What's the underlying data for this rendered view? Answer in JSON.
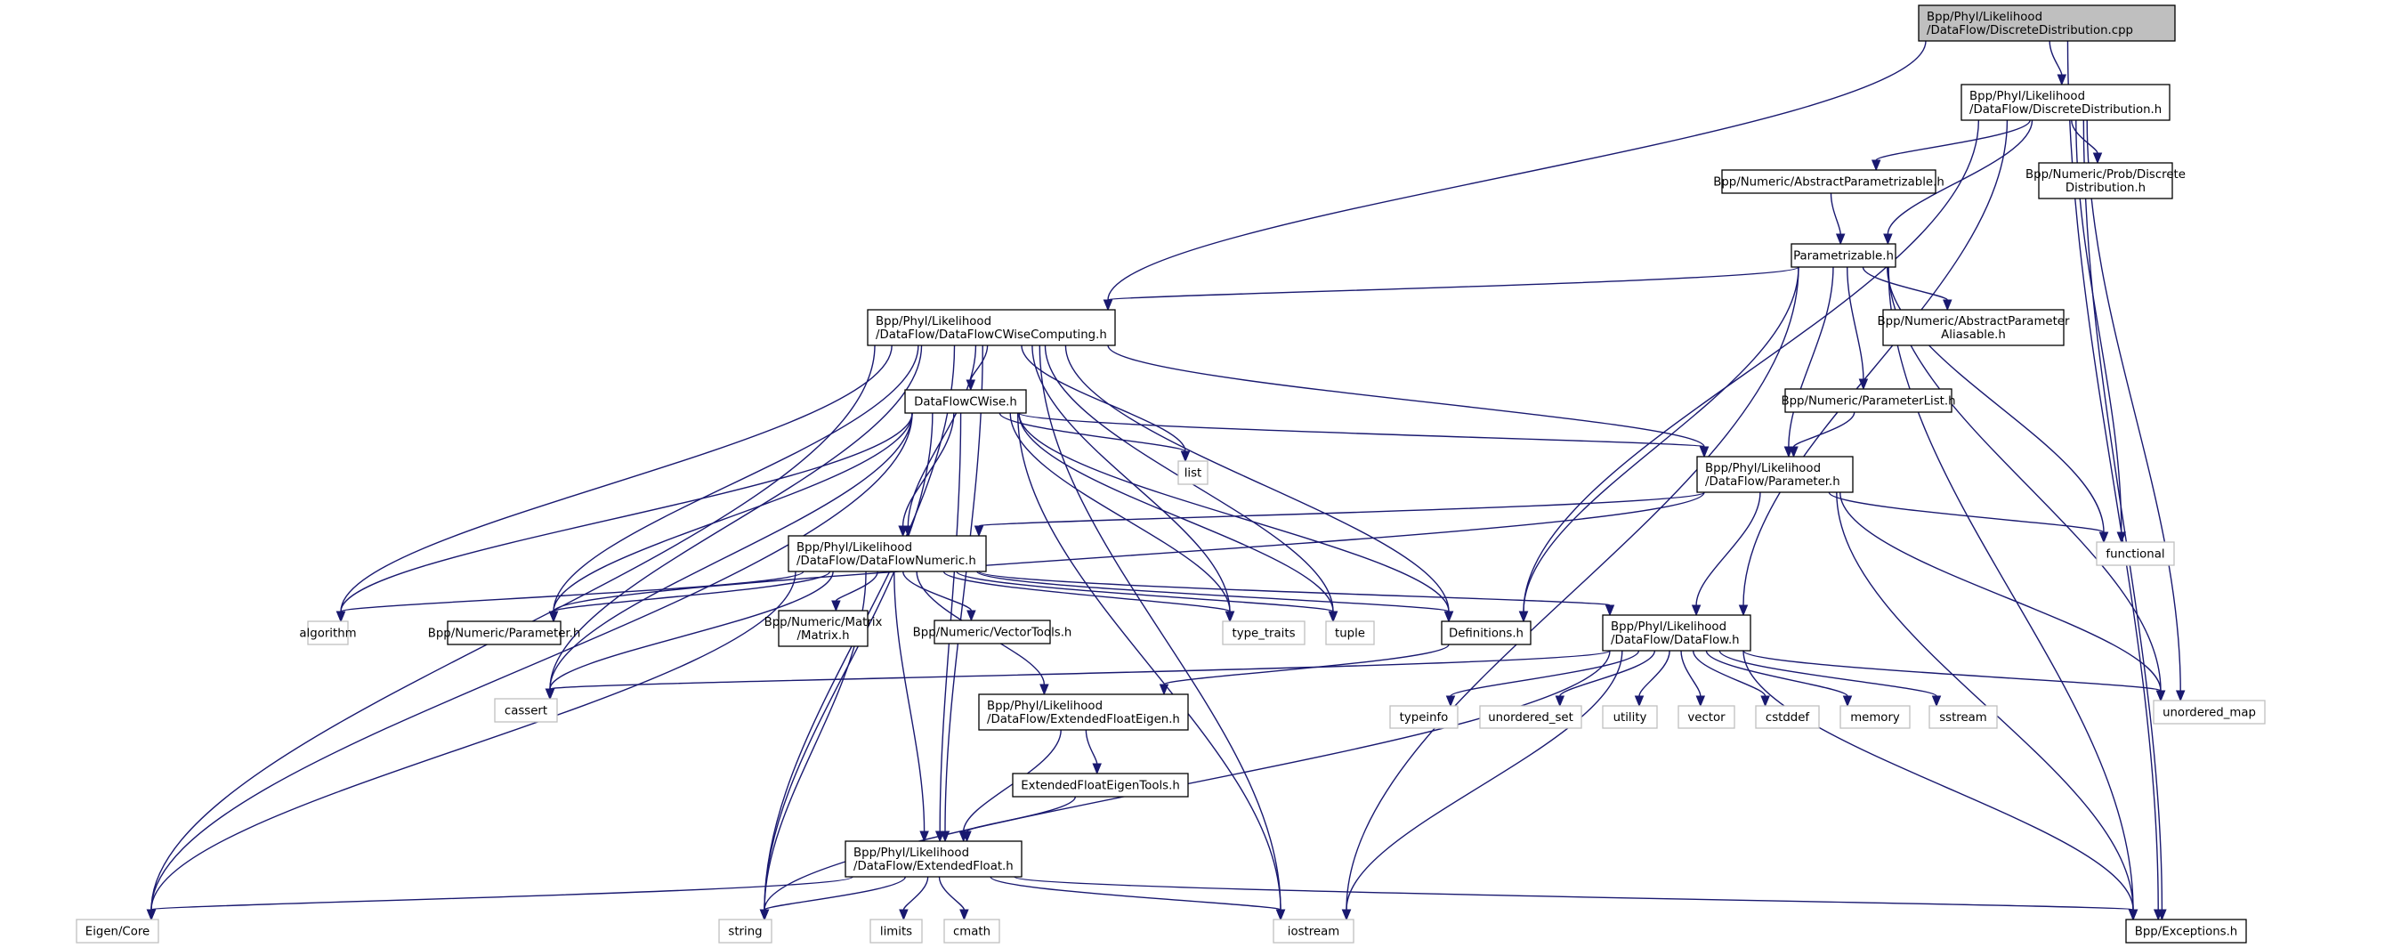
{
  "diagram": {
    "type": "include-dependency-graph",
    "colors": {
      "edge": "#191970",
      "root_fill": "#bfbfbf",
      "node_border": "#000000",
      "system_border": "#bfbfbf"
    },
    "nodes": [
      {
        "id": "root",
        "kind": "root",
        "lines": [
          "Bpp/Phyl/Likelihood",
          "/DataFlow/DiscreteDistribution.cpp"
        ]
      },
      {
        "id": "dd_h",
        "kind": "project",
        "lines": [
          "Bpp/Phyl/Likelihood",
          "/DataFlow/DiscreteDistribution.h"
        ]
      },
      {
        "id": "abs_param",
        "kind": "project",
        "lines": [
          "Bpp/Numeric/AbstractParametrizable.h"
        ]
      },
      {
        "id": "prob_dd",
        "kind": "project",
        "lines": [
          "Bpp/Numeric/Prob/Discrete",
          "Distribution.h"
        ]
      },
      {
        "id": "parametrizable",
        "kind": "project",
        "lines": [
          "Parametrizable.h"
        ]
      },
      {
        "id": "abs_alias",
        "kind": "project",
        "lines": [
          "Bpp/Numeric/AbstractParameter",
          "Aliasable.h"
        ]
      },
      {
        "id": "param_list",
        "kind": "project",
        "lines": [
          "Bpp/Numeric/ParameterList.h"
        ]
      },
      {
        "id": "cwise_comp",
        "kind": "project",
        "lines": [
          "Bpp/Phyl/Likelihood",
          "/DataFlow/DataFlowCWiseComputing.h"
        ]
      },
      {
        "id": "cwise",
        "kind": "project",
        "lines": [
          "DataFlowCWise.h"
        ]
      },
      {
        "id": "list",
        "kind": "system",
        "lines": [
          "list"
        ]
      },
      {
        "id": "df_param",
        "kind": "project",
        "lines": [
          "Bpp/Phyl/Likelihood",
          "/DataFlow/Parameter.h"
        ]
      },
      {
        "id": "functional",
        "kind": "system",
        "lines": [
          "functional"
        ]
      },
      {
        "id": "df_numeric",
        "kind": "project",
        "lines": [
          "Bpp/Phyl/Likelihood",
          "/DataFlow/DataFlowNumeric.h"
        ]
      },
      {
        "id": "algorithm",
        "kind": "system",
        "lines": [
          "algorithm"
        ]
      },
      {
        "id": "num_param",
        "kind": "project",
        "lines": [
          "Bpp/Numeric/Parameter.h"
        ]
      },
      {
        "id": "matrix",
        "kind": "project",
        "lines": [
          "Bpp/Numeric/Matrix",
          "/Matrix.h"
        ]
      },
      {
        "id": "vectortools",
        "kind": "project",
        "lines": [
          "Bpp/Numeric/VectorTools.h"
        ]
      },
      {
        "id": "type_traits",
        "kind": "system",
        "lines": [
          "type_traits"
        ]
      },
      {
        "id": "tuple",
        "kind": "system",
        "lines": [
          "tuple"
        ]
      },
      {
        "id": "definitions",
        "kind": "project",
        "lines": [
          "Definitions.h"
        ]
      },
      {
        "id": "dataflow",
        "kind": "project",
        "lines": [
          "Bpp/Phyl/Likelihood",
          "/DataFlow/DataFlow.h"
        ]
      },
      {
        "id": "cassert",
        "kind": "system",
        "lines": [
          "cassert"
        ]
      },
      {
        "id": "ext_eigen",
        "kind": "project",
        "lines": [
          "Bpp/Phyl/Likelihood",
          "/DataFlow/ExtendedFloatEigen.h"
        ]
      },
      {
        "id": "typeinfo",
        "kind": "system",
        "lines": [
          "typeinfo"
        ]
      },
      {
        "id": "unordered_set",
        "kind": "system",
        "lines": [
          "unordered_set"
        ]
      },
      {
        "id": "utility",
        "kind": "system",
        "lines": [
          "utility"
        ]
      },
      {
        "id": "vector",
        "kind": "system",
        "lines": [
          "vector"
        ]
      },
      {
        "id": "cstddef",
        "kind": "system",
        "lines": [
          "cstddef"
        ]
      },
      {
        "id": "memory",
        "kind": "system",
        "lines": [
          "memory"
        ]
      },
      {
        "id": "sstream",
        "kind": "system",
        "lines": [
          "sstream"
        ]
      },
      {
        "id": "unordered_map",
        "kind": "system",
        "lines": [
          "unordered_map"
        ]
      },
      {
        "id": "ext_eigen_tools",
        "kind": "project",
        "lines": [
          "ExtendedFloatEigenTools.h"
        ]
      },
      {
        "id": "ext_float",
        "kind": "project",
        "lines": [
          "Bpp/Phyl/Likelihood",
          "/DataFlow/ExtendedFloat.h"
        ]
      },
      {
        "id": "eigen_core",
        "kind": "system",
        "lines": [
          "Eigen/Core"
        ]
      },
      {
        "id": "string",
        "kind": "system",
        "lines": [
          "string"
        ]
      },
      {
        "id": "limits",
        "kind": "system",
        "lines": [
          "limits"
        ]
      },
      {
        "id": "cmath",
        "kind": "system",
        "lines": [
          "cmath"
        ]
      },
      {
        "id": "iostream",
        "kind": "system",
        "lines": [
          "iostream"
        ]
      },
      {
        "id": "exceptions",
        "kind": "project",
        "lines": [
          "Bpp/Exceptions.h"
        ]
      }
    ],
    "edges": [
      [
        "root",
        "dd_h"
      ],
      [
        "root",
        "cwise_comp"
      ],
      [
        "root",
        "exceptions"
      ],
      [
        "dd_h",
        "abs_param"
      ],
      [
        "dd_h",
        "prob_dd"
      ],
      [
        "dd_h",
        "parametrizable"
      ],
      [
        "dd_h",
        "definitions"
      ],
      [
        "dd_h",
        "dataflow"
      ],
      [
        "dd_h",
        "functional"
      ],
      [
        "dd_h",
        "unordered_map"
      ],
      [
        "dd_h",
        "exceptions"
      ],
      [
        "abs_param",
        "parametrizable"
      ],
      [
        "parametrizable",
        "cwise_comp"
      ],
      [
        "parametrizable",
        "abs_alias"
      ],
      [
        "parametrizable",
        "param_list"
      ],
      [
        "parametrizable",
        "df_param"
      ],
      [
        "parametrizable",
        "definitions"
      ],
      [
        "parametrizable",
        "functional"
      ],
      [
        "parametrizable",
        "unordered_map"
      ],
      [
        "parametrizable",
        "exceptions"
      ],
      [
        "parametrizable",
        "iostream"
      ],
      [
        "param_list",
        "df_param"
      ],
      [
        "cwise_comp",
        "cwise"
      ],
      [
        "cwise_comp",
        "list"
      ],
      [
        "cwise_comp",
        "df_param"
      ],
      [
        "cwise_comp",
        "df_numeric"
      ],
      [
        "cwise_comp",
        "algorithm"
      ],
      [
        "cwise_comp",
        "num_param"
      ],
      [
        "cwise_comp",
        "type_traits"
      ],
      [
        "cwise_comp",
        "tuple"
      ],
      [
        "cwise_comp",
        "definitions"
      ],
      [
        "cwise_comp",
        "cassert"
      ],
      [
        "cwise_comp",
        "ext_float"
      ],
      [
        "cwise_comp",
        "eigen_core"
      ],
      [
        "cwise_comp",
        "string"
      ],
      [
        "cwise_comp",
        "iostream"
      ],
      [
        "cwise",
        "list"
      ],
      [
        "cwise",
        "df_param"
      ],
      [
        "cwise",
        "df_numeric"
      ],
      [
        "cwise",
        "algorithm"
      ],
      [
        "cwise",
        "num_param"
      ],
      [
        "cwise",
        "type_traits"
      ],
      [
        "cwise",
        "tuple"
      ],
      [
        "cwise",
        "definitions"
      ],
      [
        "cwise",
        "cassert"
      ],
      [
        "cwise",
        "ext_float"
      ],
      [
        "cwise",
        "eigen_core"
      ],
      [
        "cwise",
        "string"
      ],
      [
        "cwise",
        "iostream"
      ],
      [
        "df_param",
        "df_numeric"
      ],
      [
        "df_param",
        "num_param"
      ],
      [
        "df_param",
        "dataflow"
      ],
      [
        "df_param",
        "functional"
      ],
      [
        "df_param",
        "unordered_map"
      ],
      [
        "df_param",
        "exceptions"
      ],
      [
        "df_numeric",
        "algorithm"
      ],
      [
        "df_numeric",
        "num_param"
      ],
      [
        "df_numeric",
        "matrix"
      ],
      [
        "df_numeric",
        "vectortools"
      ],
      [
        "df_numeric",
        "type_traits"
      ],
      [
        "df_numeric",
        "tuple"
      ],
      [
        "df_numeric",
        "definitions"
      ],
      [
        "df_numeric",
        "dataflow"
      ],
      [
        "df_numeric",
        "cassert"
      ],
      [
        "df_numeric",
        "ext_eigen"
      ],
      [
        "df_numeric",
        "ext_float"
      ],
      [
        "df_numeric",
        "eigen_core"
      ],
      [
        "df_numeric",
        "string"
      ],
      [
        "definitions",
        "ext_eigen"
      ],
      [
        "dataflow",
        "cassert"
      ],
      [
        "dataflow",
        "typeinfo"
      ],
      [
        "dataflow",
        "unordered_set"
      ],
      [
        "dataflow",
        "utility"
      ],
      [
        "dataflow",
        "vector"
      ],
      [
        "dataflow",
        "cstddef"
      ],
      [
        "dataflow",
        "memory"
      ],
      [
        "dataflow",
        "sstream"
      ],
      [
        "dataflow",
        "unordered_map"
      ],
      [
        "dataflow",
        "string"
      ],
      [
        "dataflow",
        "iostream"
      ],
      [
        "dataflow",
        "exceptions"
      ],
      [
        "ext_eigen",
        "ext_eigen_tools"
      ],
      [
        "ext_eigen",
        "ext_float"
      ],
      [
        "ext_eigen_tools",
        "ext_float"
      ],
      [
        "ext_float",
        "eigen_core"
      ],
      [
        "ext_float",
        "string"
      ],
      [
        "ext_float",
        "limits"
      ],
      [
        "ext_float",
        "cmath"
      ],
      [
        "ext_float",
        "iostream"
      ],
      [
        "ext_float",
        "exceptions"
      ]
    ]
  }
}
